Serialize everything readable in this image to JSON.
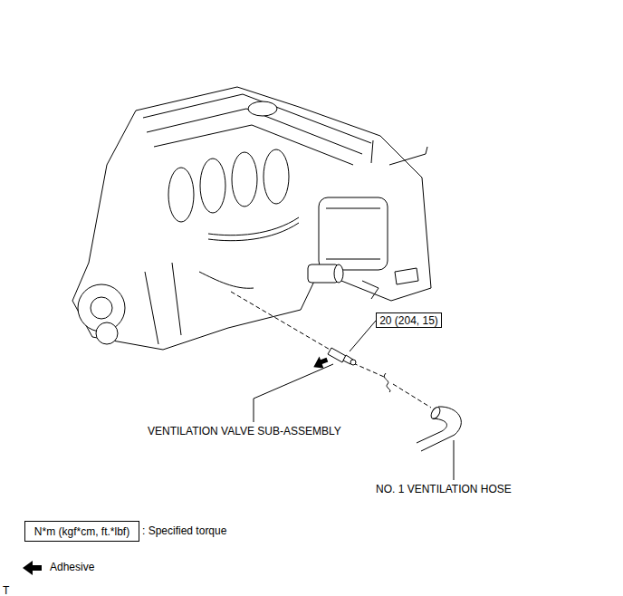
{
  "diagram": {
    "nodes": [
      {
        "text": [
          "20 (204, 15)"
        ]
      },
      {
        "text": [
          "N*m (kgf*cm, ft.*lbf)"
        ]
      }
    ],
    "labels": [
      "VENTILATION VALVE SUB-ASSEMBLY",
      "NO. 1 VENTILATION HOSE",
      ": Specified torque",
      "T"
    ],
    "legend": [
      {
        "text": "Adhesive"
      }
    ]
  }
}
